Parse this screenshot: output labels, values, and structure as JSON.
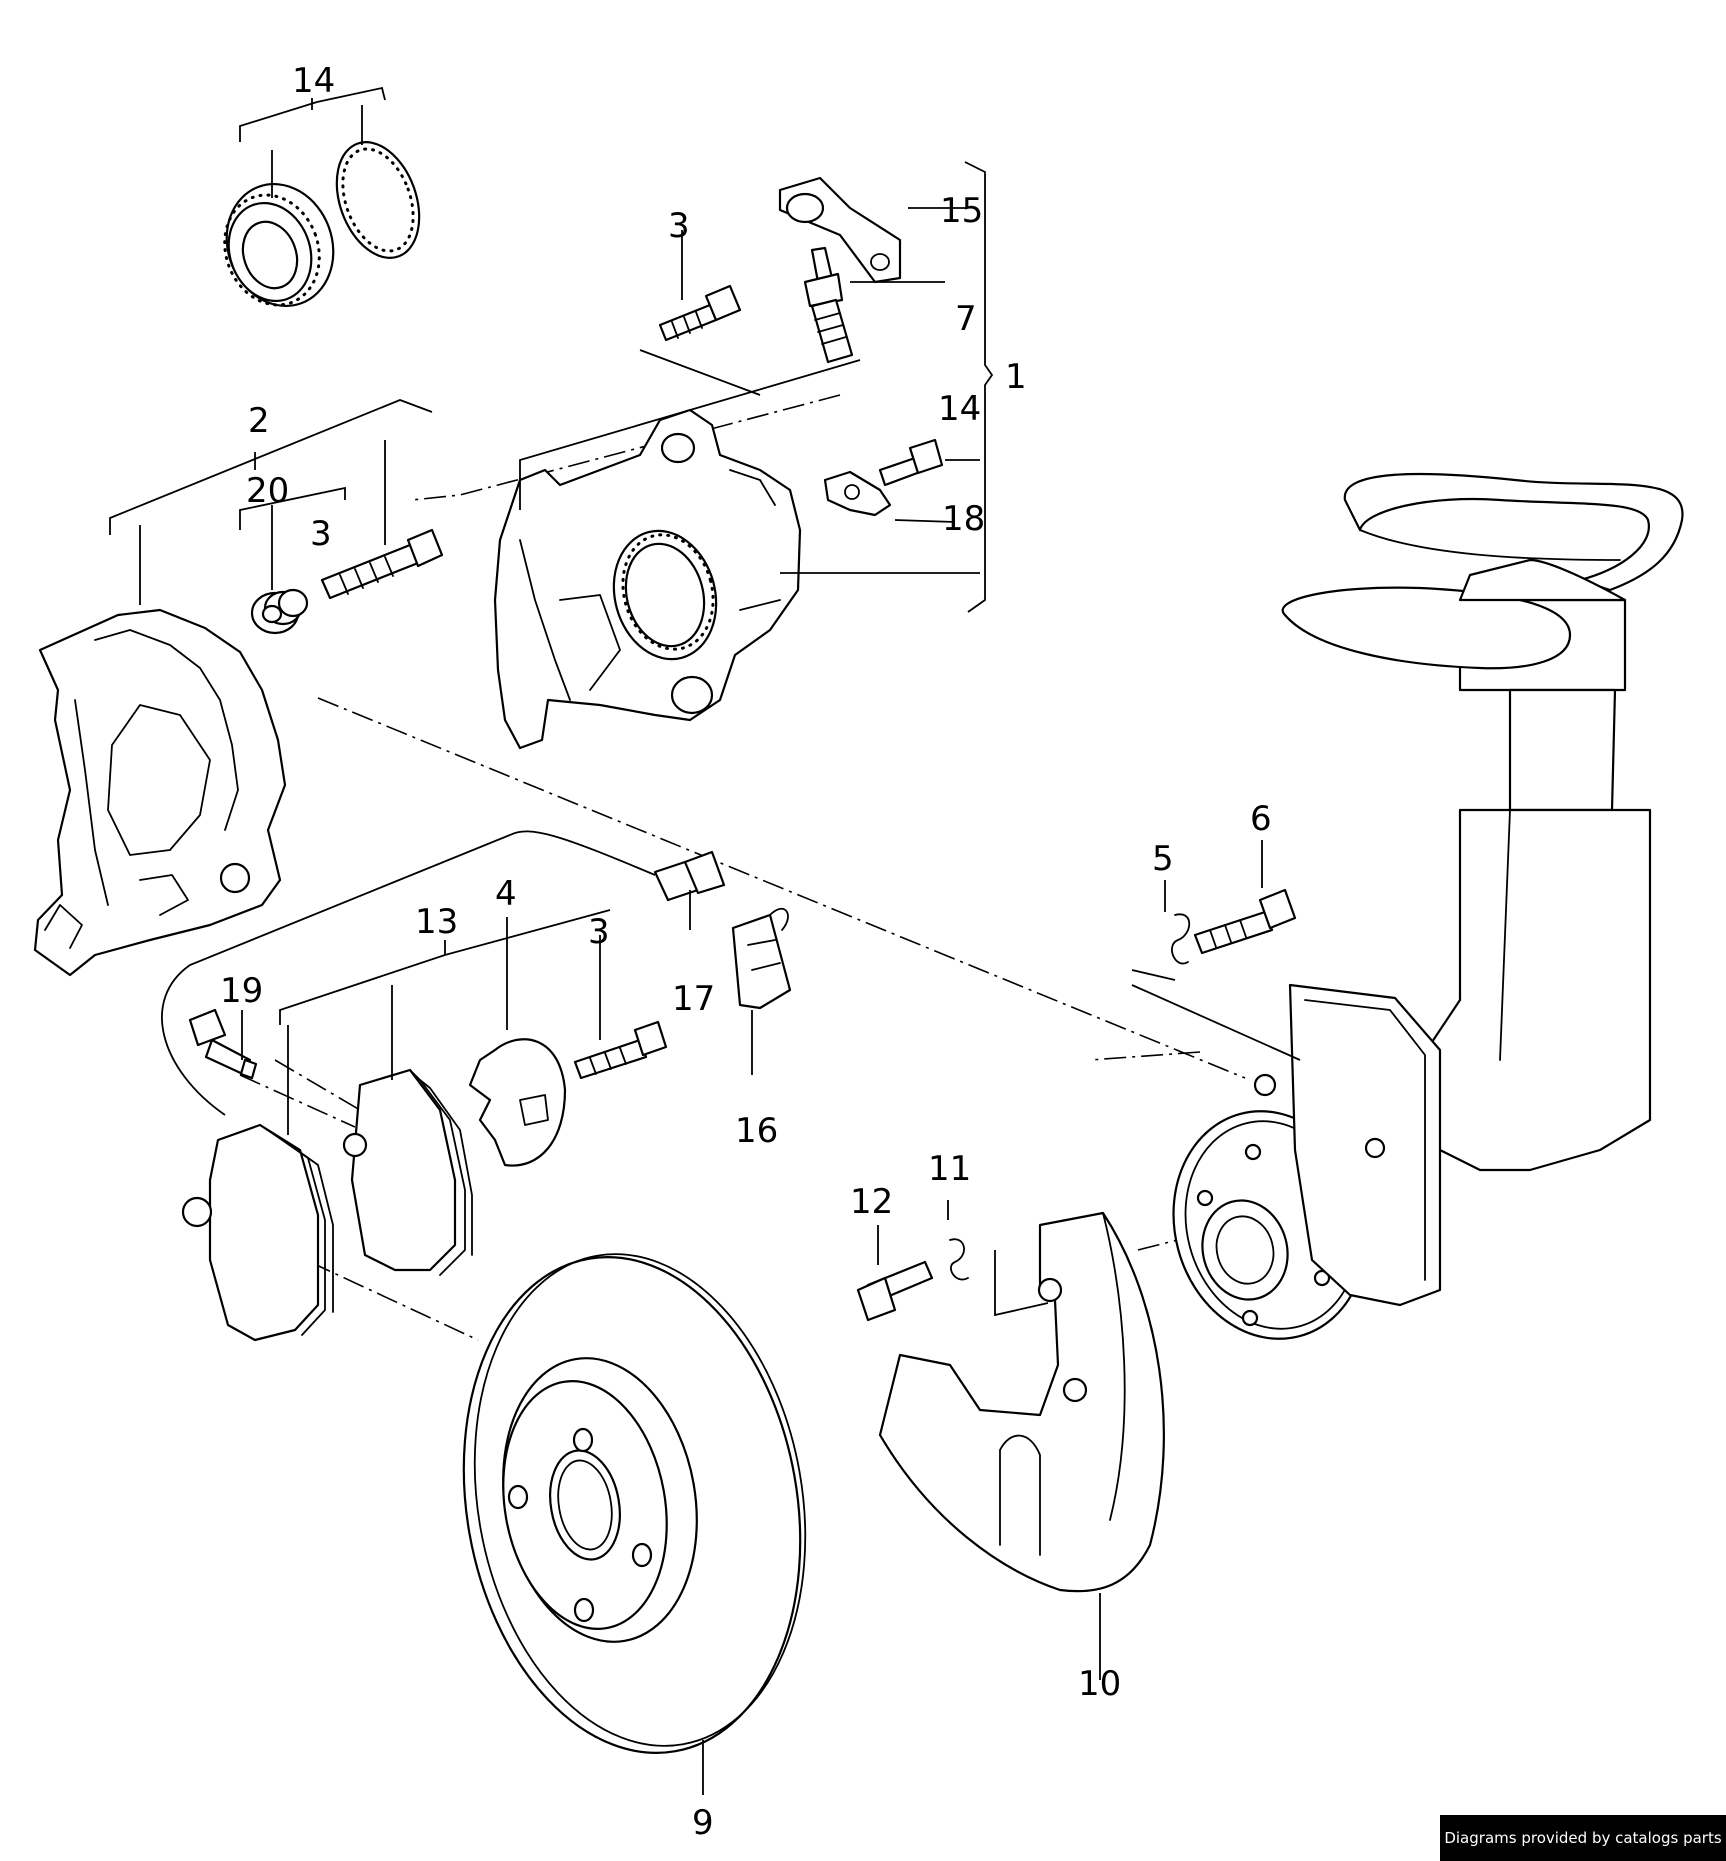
{
  "diagram": {
    "callouts": {
      "c1": "1",
      "c2": "2",
      "c3a": "3",
      "c3b": "3",
      "c3c": "3",
      "c4": "4",
      "c5": "5",
      "c6": "6",
      "c7": "7",
      "c9": "9",
      "c10": "10",
      "c11": "11",
      "c12": "12",
      "c13": "13",
      "c14a": "14",
      "c14b": "14",
      "c15": "15",
      "c16": "16",
      "c17": "17",
      "c18": "18",
      "c19": "19",
      "c20": "20"
    }
  },
  "footer": {
    "credit": "Diagrams provided by catalogs parts"
  }
}
